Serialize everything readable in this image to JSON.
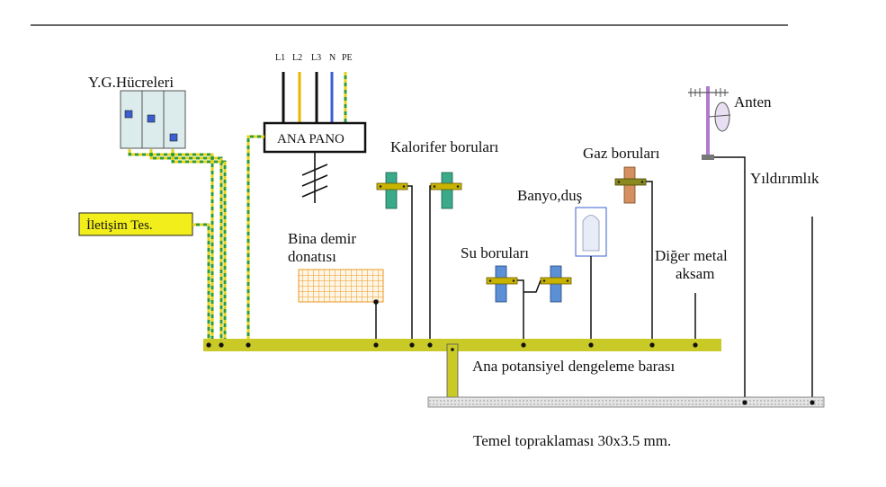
{
  "labels": {
    "hv_cells": "Y.G.Hücreleri",
    "comm": "İletişim Tes.",
    "main_panel": "ANA PANO",
    "phase_l1": "L1",
    "phase_l2": "L2",
    "phase_l3": "L3",
    "phase_n": "N",
    "phase_pe": "PE",
    "rebar_line1": "Bina demir",
    "rebar_line2": "donatısı",
    "heating_pipes": "Kalorifer boruları",
    "water_pipes": "Su boruları",
    "bath": "Banyo,duş",
    "gas_pipes": "Gaz boruları",
    "other_metal_line1": "Diğer metal",
    "other_metal_line2": "aksam",
    "antenna": "Anten",
    "lightning": "Yıldırımlık",
    "main_bar": "Ana potansiyel dengeleme barası",
    "foundation": "Temel topraklaması 30x3.5 mm."
  },
  "colors": {
    "bus_bar": "#c9c928",
    "ground_strip": "#d8d8d8",
    "pe_green": "#2e9c3a",
    "pe_yellow": "#e6d21a",
    "wire_l2": "#e8b400",
    "wire_n": "#3a5fd0",
    "comm_box": "#f2ee1c",
    "hv_cell": "#dcecec",
    "pipe_blue": "#5b8fd6",
    "pipe_teal": "#3aaa8a",
    "pipe_copper": "#d49060",
    "clamp": "#c8b400",
    "rebar_grid": "#e89820",
    "bath_fill": "#e8ecf6",
    "antenna_purple": "#b07ad0"
  }
}
